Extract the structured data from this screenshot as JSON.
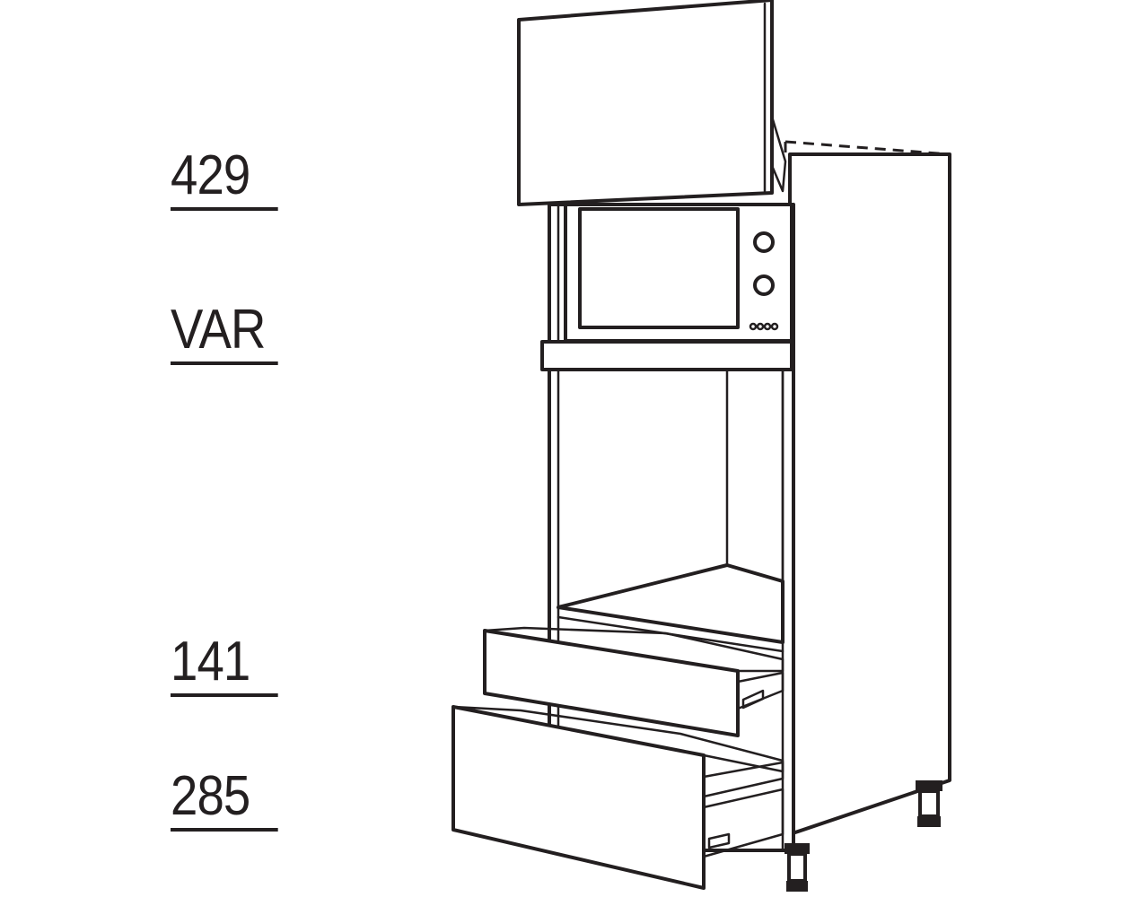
{
  "dimensions": {
    "top_flap": "429",
    "appliance_niche": "VAR",
    "drawer_upper": "141",
    "drawer_lower": "285"
  },
  "colors": {
    "line": "#231f20",
    "background": "#ffffff"
  }
}
